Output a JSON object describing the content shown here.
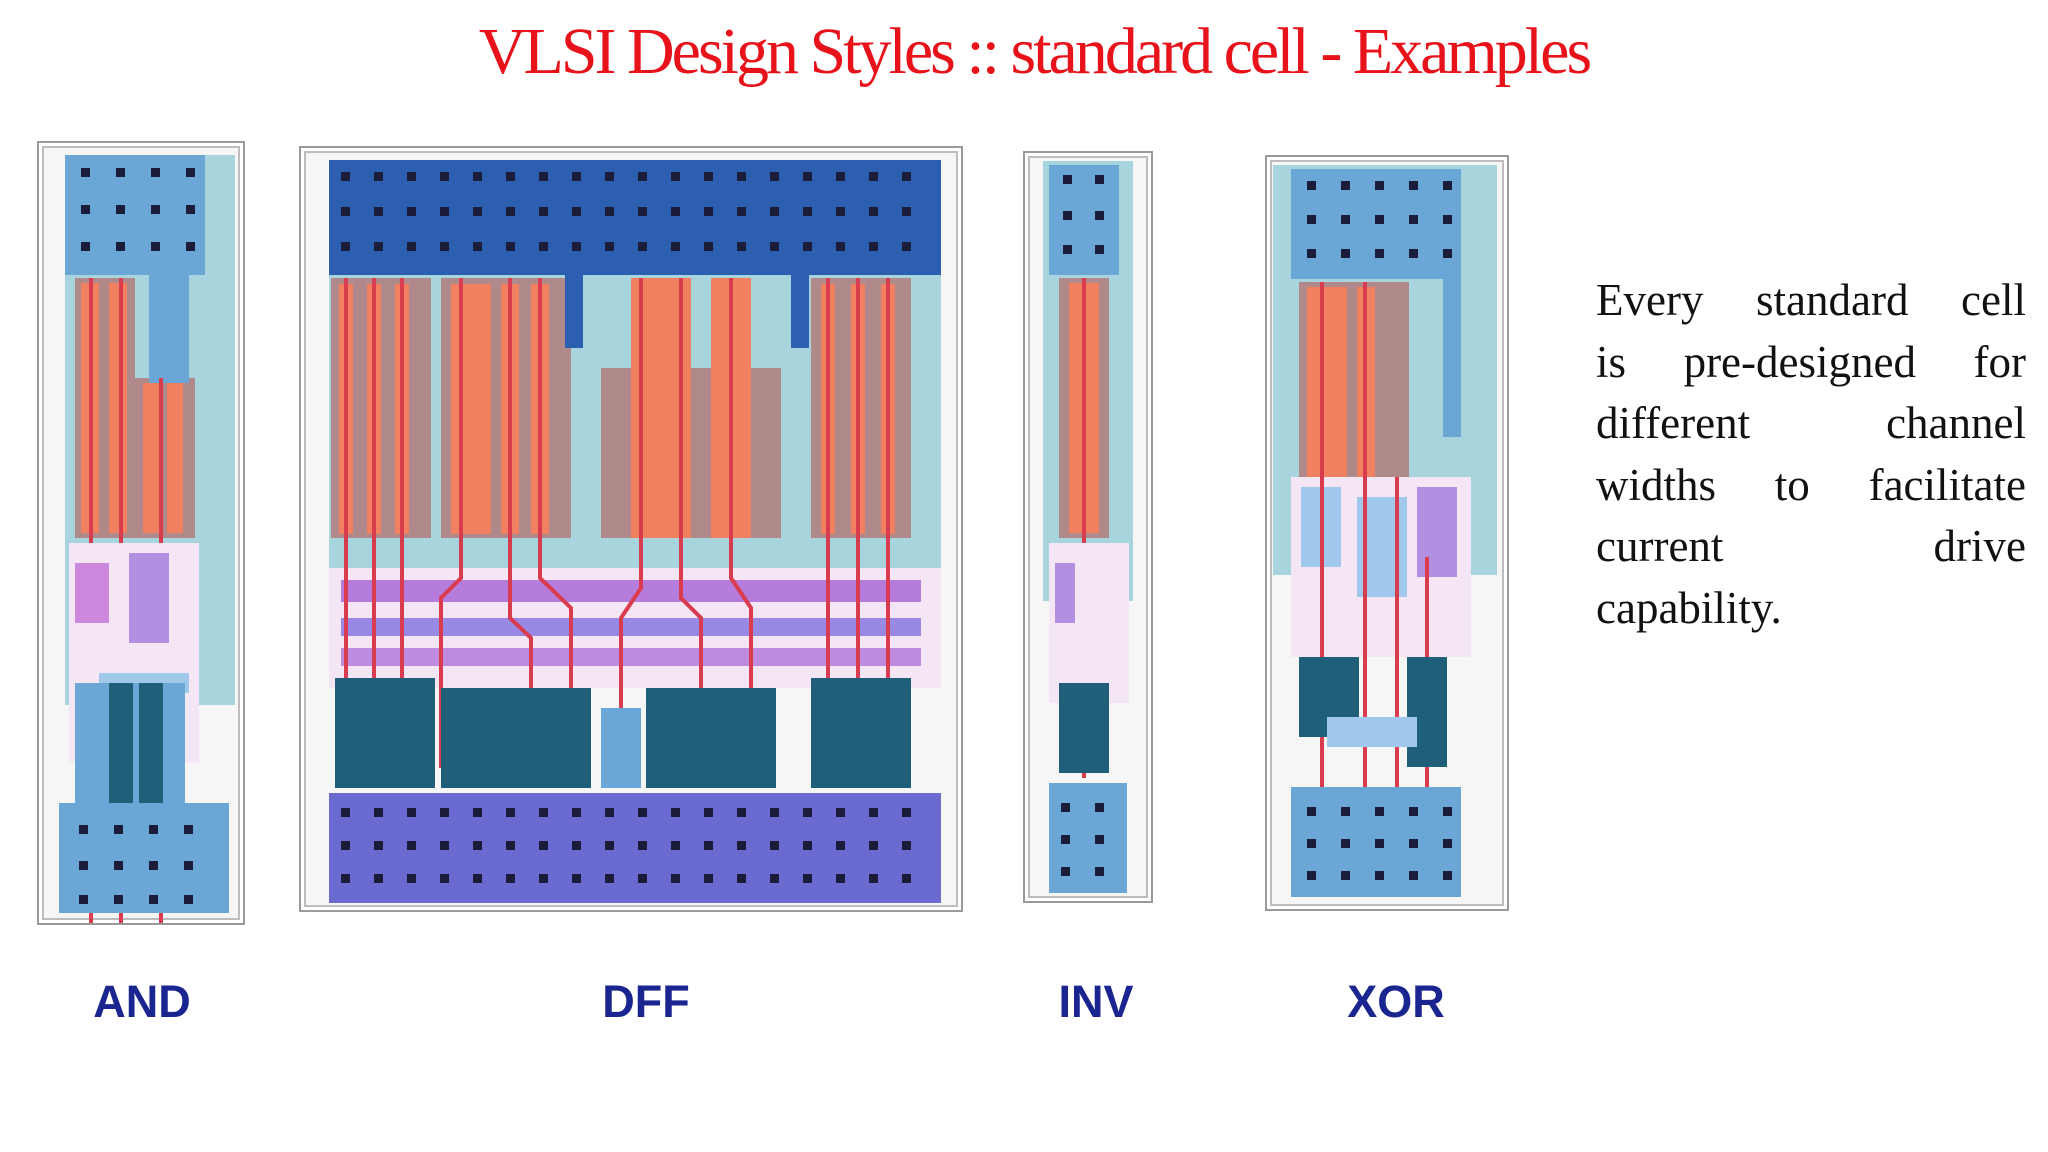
{
  "slide": {
    "title": "VLSI Design Styles :: standard cell - Examples",
    "description": "Every standard cell is pre-designed for different channel widths to facilitate current drive capability.",
    "description_lines": [
      "Every standard cell",
      "is pre-designed for",
      "different channel",
      "widths to facilitate",
      "current drive",
      "capability."
    ]
  },
  "cells": [
    {
      "label": "AND"
    },
    {
      "label": "DFF"
    },
    {
      "label": "INV"
    },
    {
      "label": "XOR"
    }
  ],
  "colors": {
    "title": "#e8121b",
    "label": "#1b2590",
    "rail_light": "#6aa6d6",
    "rail_dark": "#2c5fb0",
    "rail_purple": "#6a6ad0",
    "well": "#a8d4de",
    "poly": "#d93c4e",
    "diffusion": "#f08060",
    "contact": "#1b1b3a",
    "metal_purple": "#9a4fd0",
    "metal_dark": "#1f5f7a"
  }
}
